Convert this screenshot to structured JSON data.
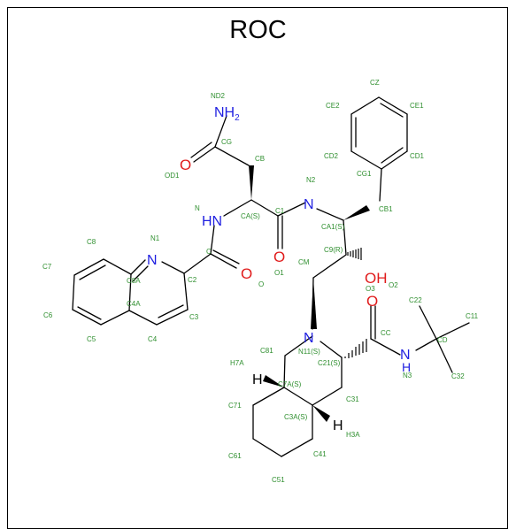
{
  "title": "ROC",
  "colors": {
    "bond": "#000000",
    "nitrogen": "#1f1fe0",
    "oxygen": "#e01b1b",
    "label": "#2f8f2f"
  },
  "atoms": [
    {
      "id": "n_nh2",
      "text": "NH",
      "sub": "2",
      "color": "nitrogen"
    },
    {
      "id": "o_od1",
      "text": "O",
      "color": "oxygen"
    },
    {
      "id": "n_nh",
      "text": "HN",
      "color": "nitrogen"
    },
    {
      "id": "n_n2",
      "text": "N",
      "color": "nitrogen"
    },
    {
      "id": "n_n1",
      "text": "N",
      "color": "nitrogen"
    },
    {
      "id": "o_o",
      "text": "O",
      "color": "oxygen"
    },
    {
      "id": "o_o1",
      "text": "O",
      "color": "oxygen"
    },
    {
      "id": "o_oh",
      "text": "OH",
      "color": "oxygen"
    },
    {
      "id": "o_oc",
      "text": "O",
      "color": "oxygen"
    },
    {
      "id": "n_n11",
      "text": "N",
      "color": "nitrogen"
    },
    {
      "id": "n_n3",
      "text": "N",
      "sub2": "H",
      "color": "nitrogen"
    },
    {
      "id": "h_7a",
      "text": "H",
      "color": "bond"
    },
    {
      "id": "h_3a",
      "text": "H",
      "color": "bond"
    }
  ],
  "labels": [
    "ND2",
    "CG",
    "OD1",
    "CB",
    "N",
    "CA(S)",
    "C1",
    "N2",
    "C8",
    "N1",
    "C",
    "C7",
    "C8A",
    "C2",
    "O",
    "O1",
    "C6",
    "C4A",
    "C3",
    "C5",
    "C4",
    "CZ",
    "CE2",
    "CE1",
    "CD2",
    "CD1",
    "CG1",
    "CB1",
    "CA1(S)",
    "C9(R)",
    "CM",
    "O3",
    "O2",
    "C22",
    "C11",
    "CC",
    "CD",
    "N3",
    "C32",
    "C81",
    "N11(S)",
    "C21(S)",
    "H7A",
    "C7A(S)",
    "C71",
    "C31",
    "C3A(S)",
    "H3A",
    "C61",
    "C41",
    "C51"
  ]
}
